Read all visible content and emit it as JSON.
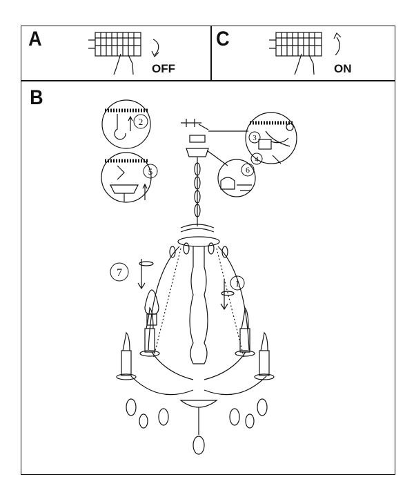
{
  "panels": {
    "a": {
      "letter": "A",
      "state": "OFF"
    },
    "c": {
      "letter": "C",
      "state": "ON"
    },
    "b": {
      "letter": "B"
    }
  },
  "steps": [
    "1",
    "2",
    "3",
    "4",
    "5",
    "6",
    "7"
  ],
  "colors": {
    "ink": "#111111",
    "background": "#ffffff"
  }
}
